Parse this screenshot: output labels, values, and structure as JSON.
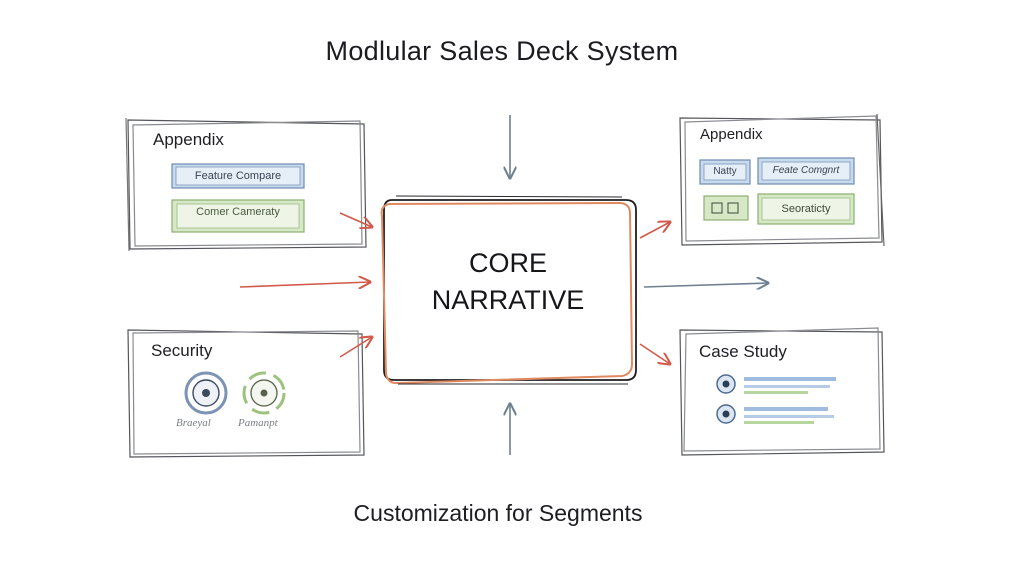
{
  "diagram": {
    "title": "Modlular Sales Deck System",
    "footer": "Customization for Segments",
    "core": {
      "line1": "CORE",
      "line2": "NARRATIVE"
    },
    "left_top": {
      "title": "Appendix",
      "chips": [
        "Feature Compare",
        "Comer Cameraty"
      ]
    },
    "left_bottom": {
      "title": "Security",
      "labels": [
        "Braeyal",
        "Pamanpt"
      ]
    },
    "right_top": {
      "title": "Appendix",
      "chips": [
        "Natty",
        "Feate Comgnrt",
        "Seoraticty"
      ]
    },
    "right_bottom": {
      "title": "Case Study"
    }
  },
  "colors": {
    "ink": "#2a2a30",
    "red_arrow": "#d25a4a",
    "blue_arrow": "#6f8090",
    "chip_blue": "#bfd3ea",
    "chip_green": "#cfe2bd",
    "core_orange": "#e08a62"
  }
}
